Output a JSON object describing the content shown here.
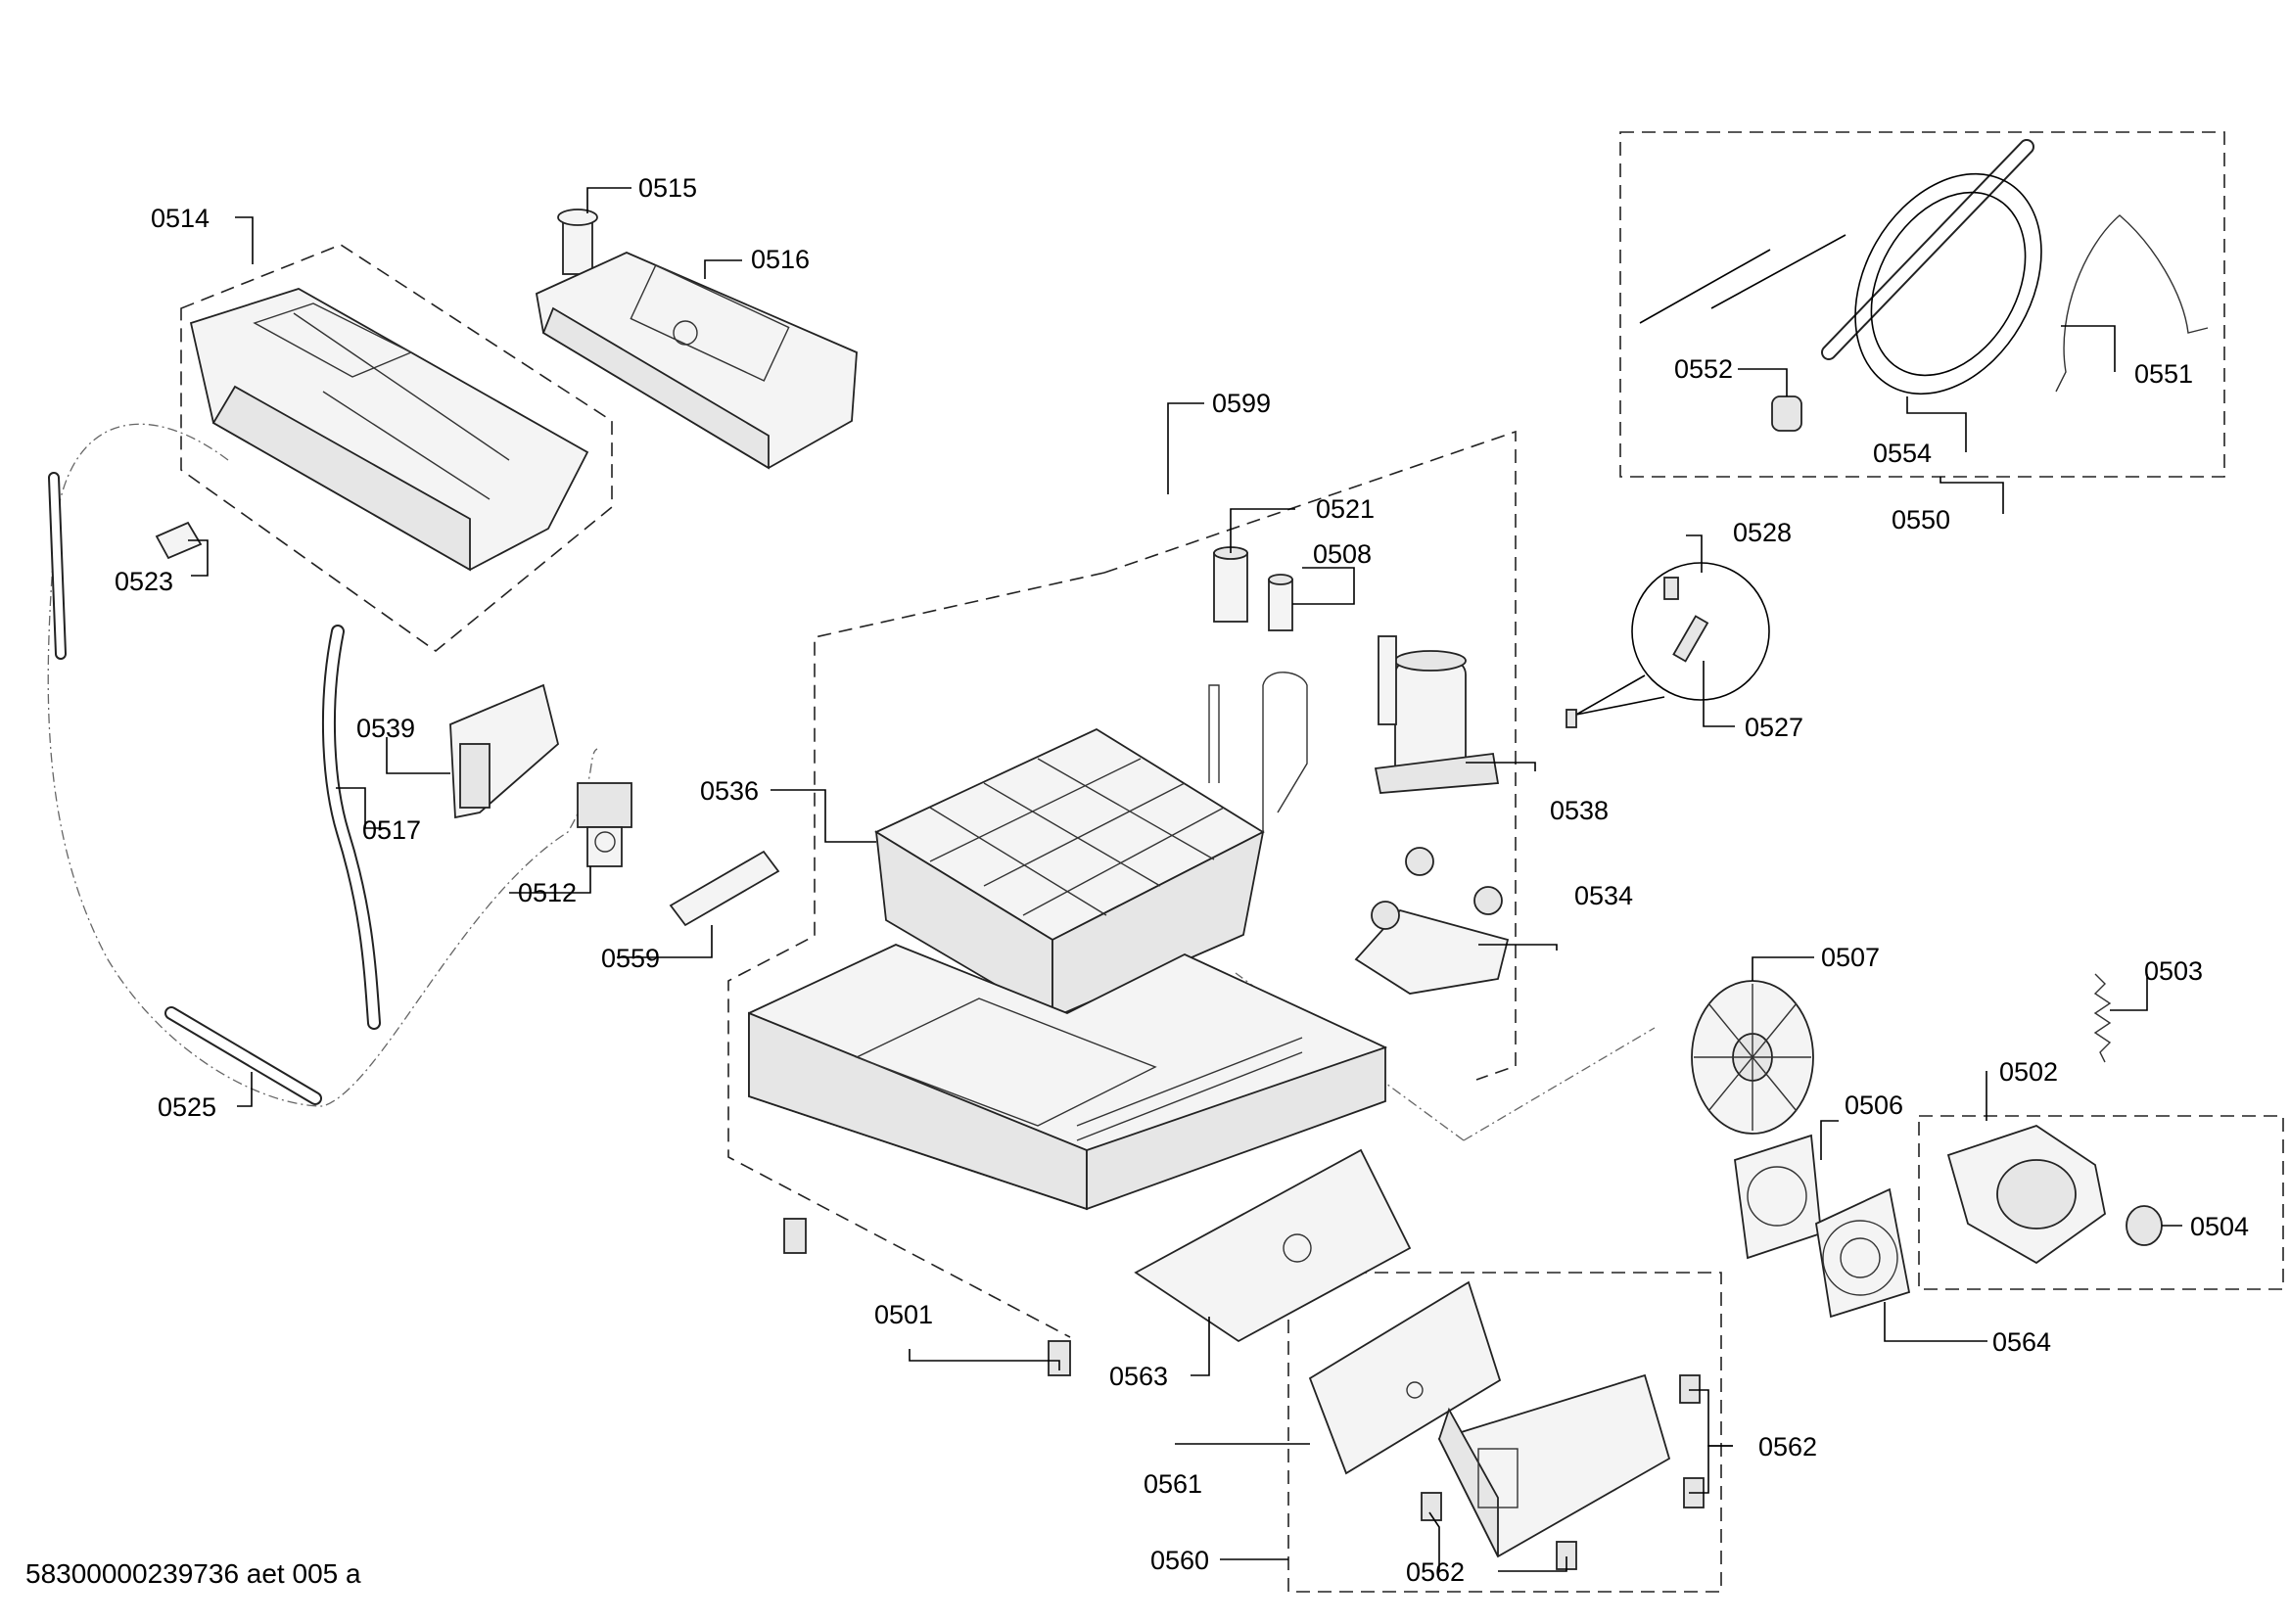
{
  "labels": {
    "l0514": "0514",
    "l0515": "0515",
    "l0516": "0516",
    "l0523": "0523",
    "l0539": "0539",
    "l0517": "0517",
    "l0512": "0512",
    "l0559": "0559",
    "l0525": "0525",
    "l0599": "0599",
    "l0521": "0521",
    "l0508": "0508",
    "l0536": "0536",
    "l0538": "0538",
    "l0534": "0534",
    "l0528": "0528",
    "l0527": "0527",
    "l0552": "0552",
    "l0551": "0551",
    "l0554": "0554",
    "l0550": "0550",
    "l0507": "0507",
    "l0503": "0503",
    "l0502": "0502",
    "l0506": "0506",
    "l0504": "0504",
    "l0564": "0564",
    "l0501": "0501",
    "l0563": "0563",
    "l0561": "0561",
    "l0562a": "0562",
    "l0562b": "0562",
    "l0560": "0560"
  },
  "footer": "58300000239736 aet 005 a"
}
